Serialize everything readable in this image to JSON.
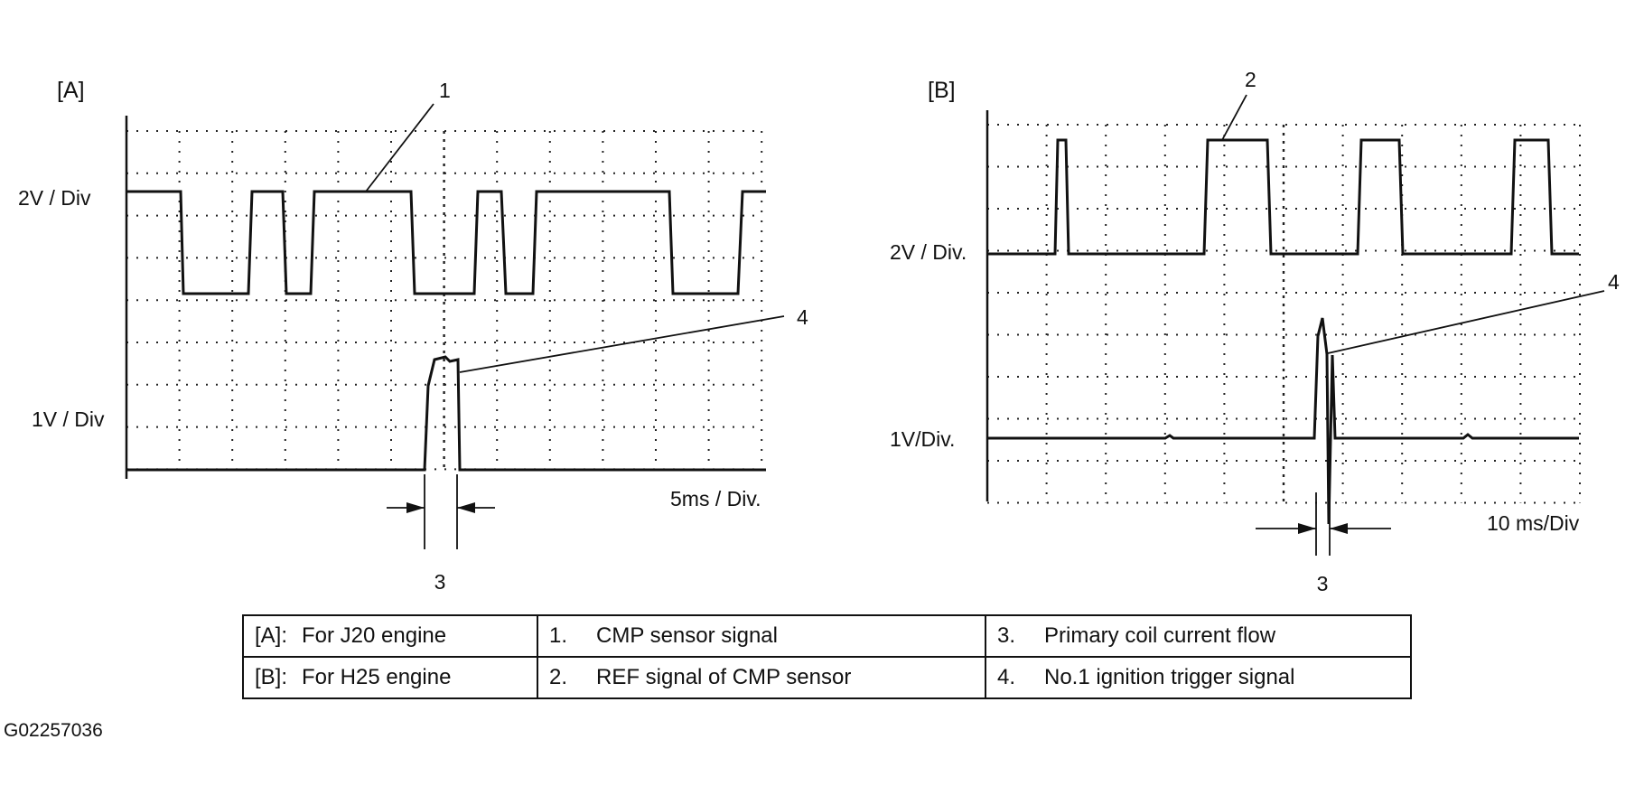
{
  "panels": {
    "a": {
      "label": "[A]",
      "scale_upper": "2V / Div",
      "scale_lower": "1V / Div",
      "timebase": "5ms / Div.",
      "callout_signal": "1",
      "callout_trigger": "4",
      "callout_coil": "3"
    },
    "b": {
      "label": "[B]",
      "scale_upper": "2V / Div.",
      "scale_lower": "1V/Div.",
      "timebase": "10 ms/Div",
      "callout_signal": "2",
      "callout_trigger": "4",
      "callout_coil": "3"
    }
  },
  "legend": {
    "rows": [
      [
        {
          "key": "[A]:",
          "text": "For J20 engine"
        },
        {
          "key": "1.",
          "text": "CMP sensor signal"
        },
        {
          "key": "3.",
          "text": "Primary coil current flow"
        }
      ],
      [
        {
          "key": "[B]:",
          "text": "For H25 engine"
        },
        {
          "key": "2.",
          "text": "REF signal of CMP sensor"
        },
        {
          "key": "4.",
          "text": "No.1 ignition trigger signal"
        }
      ]
    ]
  },
  "figure_id": "G02257036",
  "colors": {
    "ink": "#111111",
    "background": "#ffffff"
  }
}
